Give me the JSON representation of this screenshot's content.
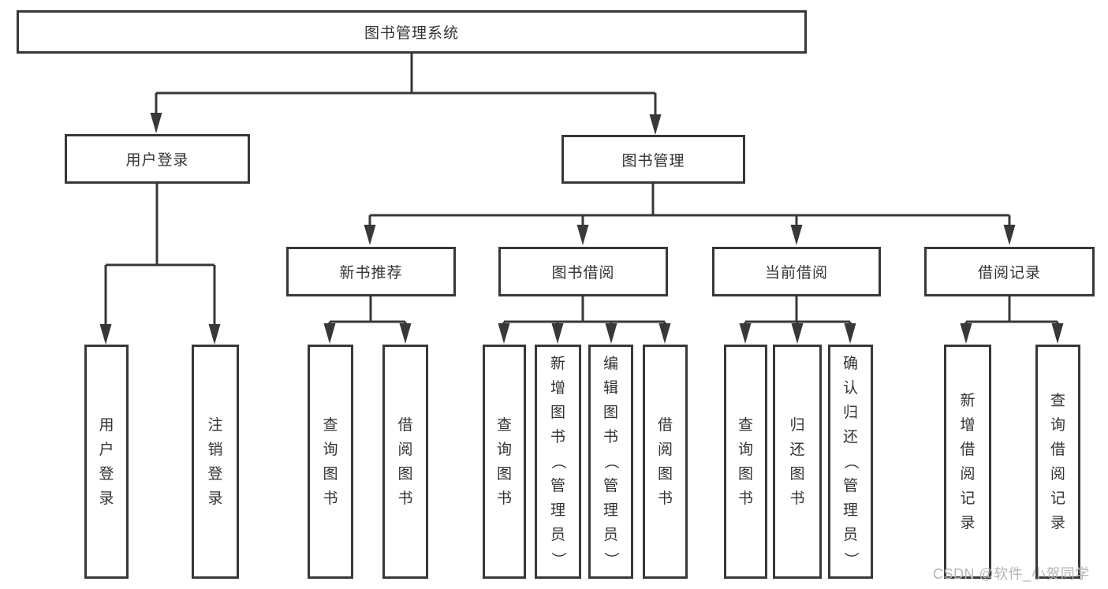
{
  "diagram": {
    "root": {
      "label": "图书管理系统"
    },
    "level2": [
      {
        "label": "用户登录"
      },
      {
        "label": "图书管理"
      }
    ],
    "level3": [
      {
        "label": "新书推荐"
      },
      {
        "label": "图书借阅"
      },
      {
        "label": "当前借阅"
      },
      {
        "label": "借阅记录"
      }
    ],
    "leaves": [
      {
        "label": "用户登录"
      },
      {
        "label": "注销登录"
      },
      {
        "label": "查询图书"
      },
      {
        "label": "借阅图书"
      },
      {
        "label": "查询图书"
      },
      {
        "label": "新增图书（管理员）"
      },
      {
        "label": "编辑图书（管理员）"
      },
      {
        "label": "借阅图书"
      },
      {
        "label": "查询图书"
      },
      {
        "label": "归还图书"
      },
      {
        "label": "确认归还（管理员）"
      },
      {
        "label": "新增借阅记录"
      },
      {
        "label": "查询借阅记录"
      }
    ],
    "watermark": "CSDN @软件_小贺同学",
    "colors": {
      "line": "#383838",
      "text": "#333333",
      "watermark": "#b5b5b5",
      "background": "#ffffff"
    }
  }
}
